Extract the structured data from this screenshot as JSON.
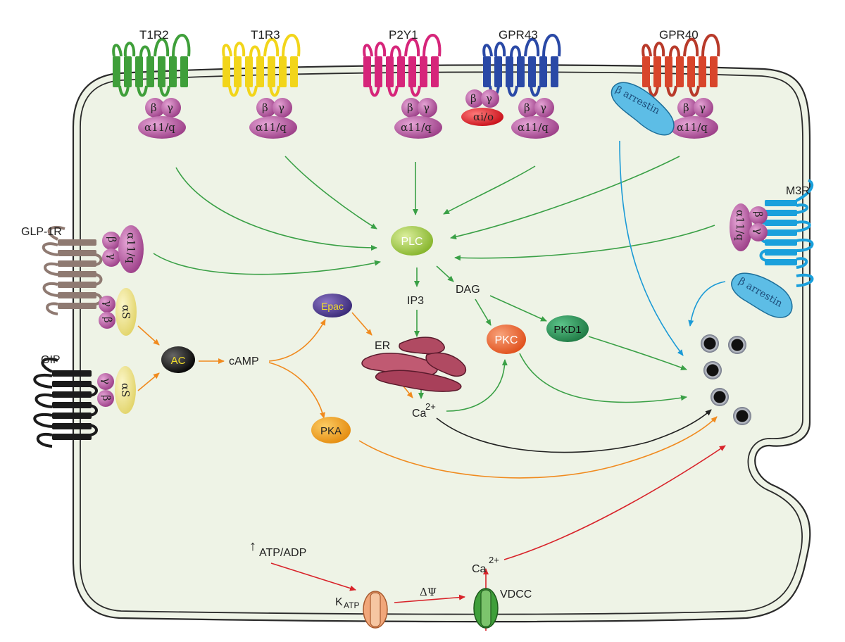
{
  "receptors": {
    "t1r2": "T1R2",
    "t1r3": "T1R3",
    "p2y1": "P2Y1",
    "gpr43": "GPR43",
    "gpr40": "GPR40",
    "m3r": "M3R",
    "glp1r": "GLP-1R",
    "gip": "GIP"
  },
  "gproteins": {
    "beta": "β",
    "gamma": "γ",
    "alpha_q": "α11/q",
    "alpha_io": "αi/o",
    "alpha_s": "αS",
    "beta_arrestin": "β arrestin"
  },
  "molecules": {
    "plc": "PLC",
    "ip3": "IP3",
    "dag": "DAG",
    "er": "ER",
    "ca_main": "Ca",
    "ca_main_sup": "2+",
    "pkc": "PKC",
    "pkd1": "PKD1",
    "epac": "Epac",
    "ac": "AC",
    "camp": "cAMP",
    "pka": "PKA"
  },
  "membrane": {
    "atp_arrow": "↑",
    "atp_adp": "ATP/ADP",
    "k_main": "K",
    "k_sub": "ATP",
    "delta_psi": "ΔΨ",
    "vdcc": "VDCC",
    "ca_vdcc": "Ca",
    "ca_vdcc_sup": "2+"
  },
  "colors": {
    "cell_fill": "#eef3e6",
    "membrane": "#2b2b2b",
    "green_arrow": "#3aa046",
    "orange_arrow": "#f08a1e",
    "red_arrow": "#d8232a",
    "blue_arrow": "#1a9ad6",
    "black_arrow": "#222222",
    "t1r2": "#3f9f3a",
    "t1r3": "#f2d51a",
    "p2y1": "#d6257a",
    "gpr43": "#2a49a6",
    "gpr40": "#d8452b",
    "m3r": "#1aa0dc",
    "glp1r": "#8f7a72",
    "gip": "#1b1b1b",
    "gprotein": "#b2509c",
    "alpha_io": "#e41b26",
    "alpha_s": "#efe38e",
    "arrestin": "#5dbde6",
    "plc": "#a5cd40",
    "pkc": "#f26b2b",
    "pkd1": "#2f9a5c",
    "pka": "#f5a21d",
    "epac": "#4e3a8f",
    "ac": "#151515",
    "er": "#b04a62",
    "katp": "#f1a77a",
    "vdcc": "#3f9f3a"
  }
}
